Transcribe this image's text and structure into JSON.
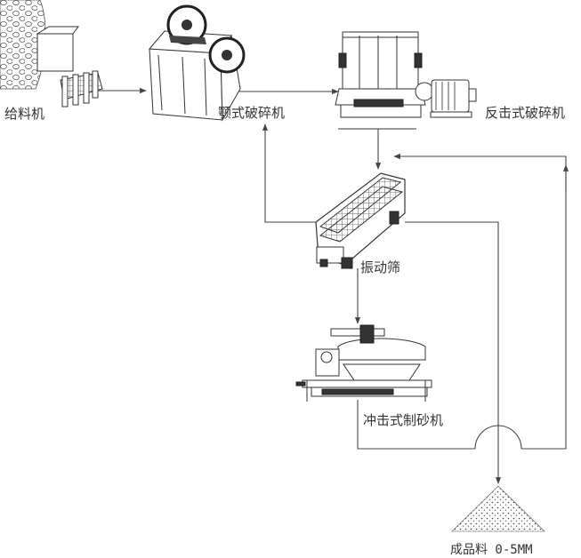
{
  "machines": {
    "feeder": "给料机",
    "jaw_crusher": "颚式破碎机",
    "impact_crusher": "反击式破碎机",
    "vibrating_screen": "振动筛",
    "sand_maker": "冲击式制砂机",
    "product": "成品料 0-5MM"
  },
  "colors": {
    "line": "#444444",
    "machine": "#333333",
    "background": "#ffffff"
  }
}
